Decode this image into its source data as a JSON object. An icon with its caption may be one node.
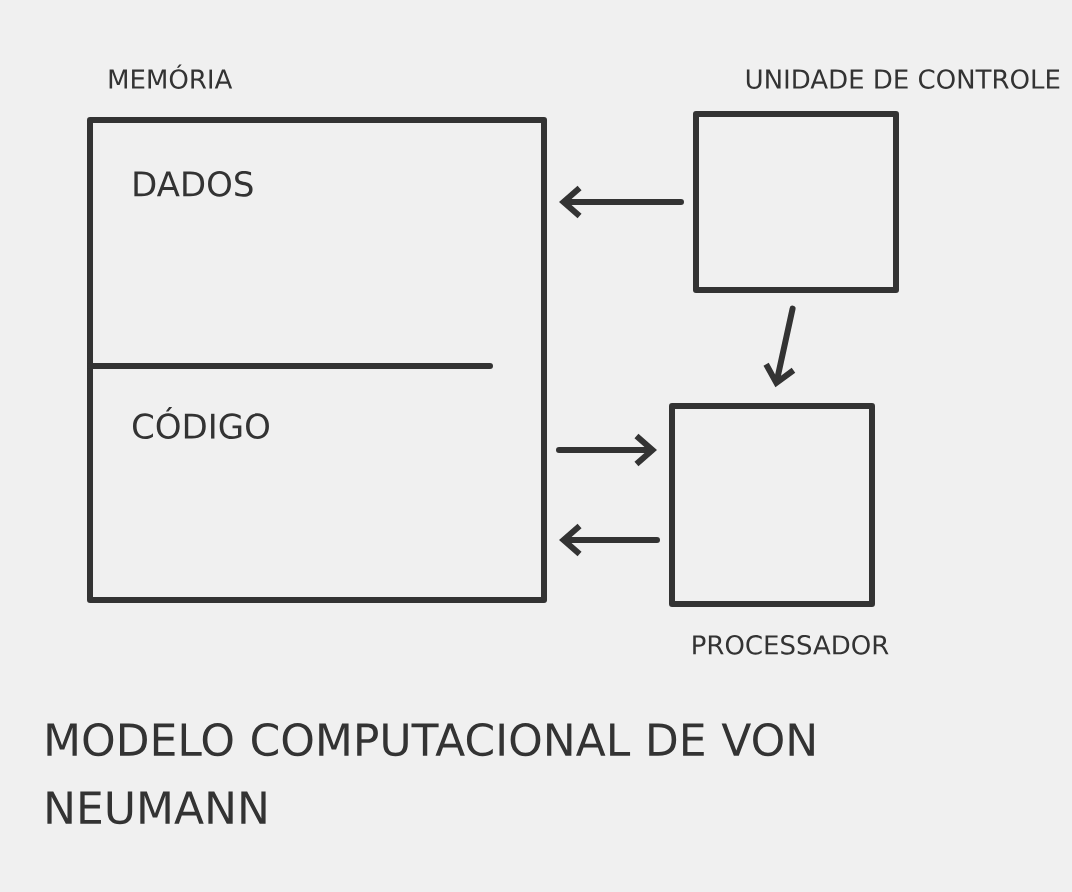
{
  "diagram": {
    "title": "MODELO COMPUTACIONAL DE VON NEUMANN",
    "nodes": [
      {
        "text": [
          "MEMÓRIA"
        ]
      },
      {
        "text": [
          "DADOS"
        ],
        "in": 0
      },
      {
        "text": [
          "CÓDIGO"
        ],
        "in": 0
      },
      {
        "text": [
          "UNIDADE DE CONTROLE"
        ]
      },
      {
        "text": [
          "PROCESSADOR"
        ]
      }
    ],
    "edges": [
      {
        "from": 3,
        "to": 0,
        "arrow": "to"
      },
      {
        "from": 3,
        "to": 4,
        "arrow": "to"
      },
      {
        "from": 0,
        "to": 4,
        "arrow": "to"
      },
      {
        "from": 4,
        "to": 0,
        "arrow": "to"
      }
    ]
  }
}
